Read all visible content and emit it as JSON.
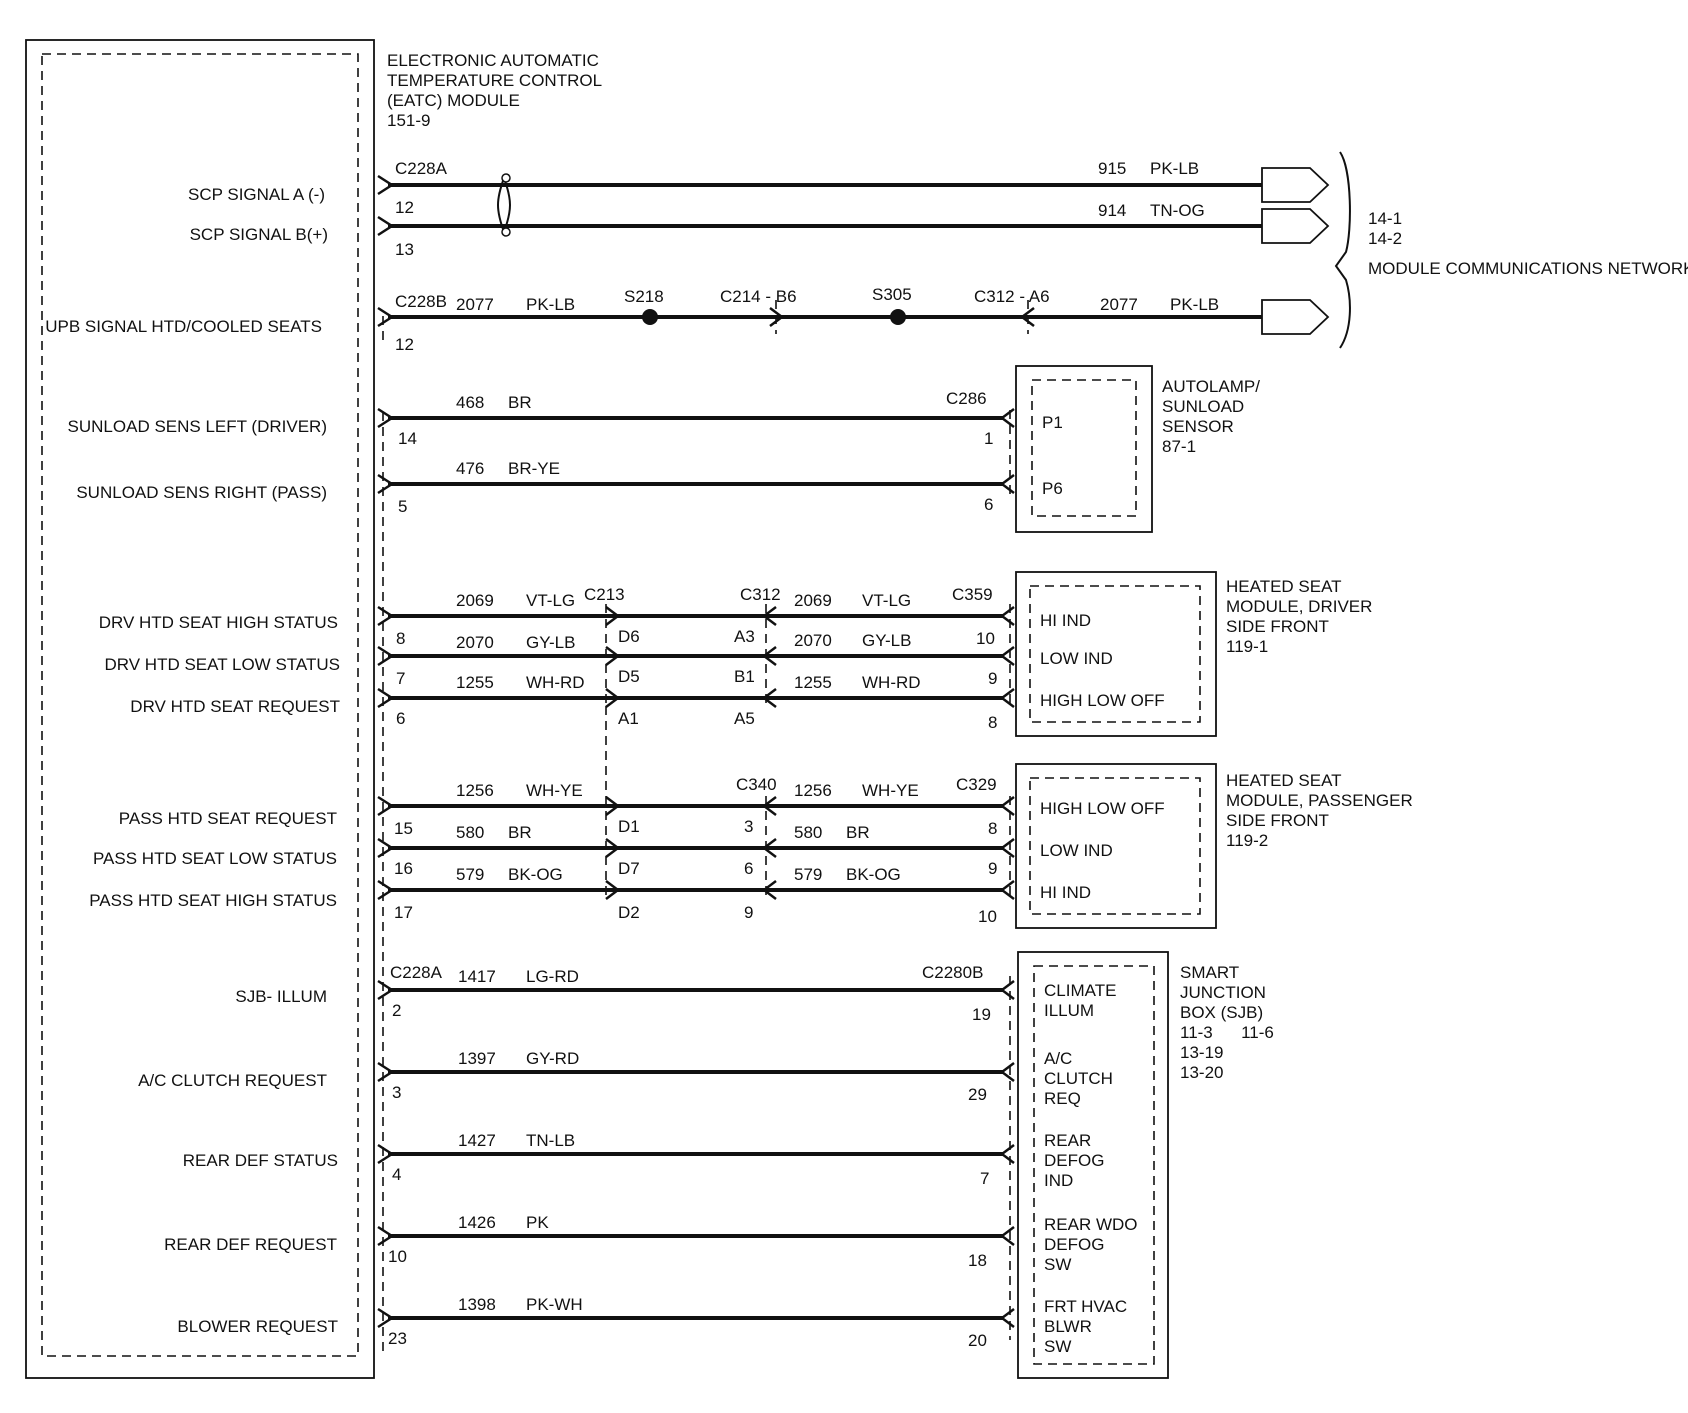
{
  "module": {
    "title_lines": [
      "ELECTRONIC AUTOMATIC",
      "TEMPERATURE CONTROL",
      "(EATC) MODULE",
      "151-9"
    ]
  },
  "network": {
    "refs": [
      "14-1",
      "14-2"
    ],
    "label": "MODULE COMMUNICATIONS NETWORK"
  },
  "components": [
    {
      "lines": [
        "AUTOLAMP/",
        "SUNLOAD",
        "SENSOR",
        "87-1"
      ],
      "pins": [
        "P1",
        "P6"
      ]
    },
    {
      "lines": [
        "HEATED SEAT",
        "MODULE, DRIVER",
        "SIDE FRONT",
        "119-1"
      ],
      "pins": [
        "HI IND",
        "LOW IND",
        "HIGH LOW OFF"
      ]
    },
    {
      "lines": [
        "HEATED SEAT",
        "MODULE, PASSENGER",
        "SIDE FRONT",
        "119-2"
      ],
      "pins": [
        "HIGH LOW OFF",
        "LOW IND",
        "HI IND"
      ]
    },
    {
      "lines": [
        "SMART",
        "JUNCTION",
        "BOX (SJB)",
        "11-3      11-6",
        "13-19",
        "13-20"
      ],
      "pins": [
        [
          "CLIMATE",
          "ILLUM"
        ],
        [
          "A/C",
          "CLUTCH",
          "REQ"
        ],
        [
          "REAR",
          "DEFOG",
          "IND"
        ],
        [
          "REAR WDO",
          "DEFOG",
          "SW"
        ],
        [
          "FRT HVAC",
          "BLWR",
          "SW"
        ]
      ]
    }
  ],
  "circuits": [
    {
      "label": "SCP SIGNAL A (-)",
      "pin": "12",
      "module_conn": "C228A",
      "circuit": "915",
      "color": "PK-LB"
    },
    {
      "label": "SCP SIGNAL B(+)",
      "pin": "13",
      "circuit": "914",
      "color": "TN-OG"
    },
    {
      "label": "UPB SIGNAL HTD/COOLED SEATS",
      "pin": "12",
      "module_conn": "C228B",
      "circuit": "2077",
      "color": "PK-LB",
      "splices": [
        "S218",
        "S305"
      ],
      "inline": [
        "C214 - B6",
        "C312 - A6"
      ],
      "circuit2": "2077",
      "color2": "PK-LB"
    },
    {
      "label": "SUNLOAD SENS LEFT (DRIVER)",
      "pin": "14",
      "circuit": "468",
      "color": "BR",
      "end_conn": "C286",
      "end_pin": "1"
    },
    {
      "label": "SUNLOAD SENS RIGHT (PASS)",
      "pin": "5",
      "circuit": "476",
      "color": "BR-YE",
      "end_pin": "6"
    },
    {
      "label": "DRV HTD SEAT HIGH STATUS",
      "pin": "8",
      "circuit": "2069",
      "color": "VT-LG",
      "c1": "C213",
      "c1pin": "D6",
      "c2": "C312",
      "c2pin": "A3",
      "circuit2": "2069",
      "color2": "VT-LG",
      "end_conn": "C359",
      "end_pin": "10"
    },
    {
      "label": "DRV HTD SEAT LOW STATUS",
      "pin": "7",
      "circuit": "2070",
      "color": "GY-LB",
      "c1pin": "D5",
      "c2pin": "B1",
      "circuit2": "2070",
      "color2": "GY-LB",
      "end_pin": "9"
    },
    {
      "label": "DRV HTD SEAT REQUEST",
      "pin": "6",
      "circuit": "1255",
      "color": "WH-RD",
      "c1pin": "A1",
      "c2pin": "A5",
      "circuit2": "1255",
      "color2": "WH-RD",
      "end_pin": "8"
    },
    {
      "label": "PASS HTD SEAT REQUEST",
      "pin": "15",
      "circuit": "1256",
      "color": "WH-YE",
      "c1pin": "D1",
      "c2": "C340",
      "c2pin": "3",
      "circuit2": "1256",
      "color2": "WH-YE",
      "end_conn": "C329",
      "end_pin": "8"
    },
    {
      "label": "PASS HTD SEAT LOW STATUS",
      "pin": "16",
      "circuit": "580",
      "color": "BR",
      "c1pin": "D7",
      "c2pin": "6",
      "circuit2": "580",
      "color2": "BR",
      "end_pin": "9"
    },
    {
      "label": "PASS HTD SEAT HIGH STATUS",
      "pin": "17",
      "circuit": "579",
      "color": "BK-OG",
      "c1pin": "D2",
      "c2pin": "9",
      "circuit2": "579",
      "color2": "BK-OG",
      "end_pin": "10"
    },
    {
      "label": "SJB- ILLUM",
      "pin": "2",
      "module_conn": "C228A",
      "circuit": "1417",
      "color": "LG-RD",
      "end_conn": "C2280B",
      "end_pin": "19"
    },
    {
      "label": "A/C CLUTCH REQUEST",
      "pin": "3",
      "circuit": "1397",
      "color": "GY-RD",
      "end_pin": "29"
    },
    {
      "label": "REAR DEF STATUS",
      "pin": "4",
      "circuit": "1427",
      "color": "TN-LB",
      "end_pin": "7"
    },
    {
      "label": "REAR DEF REQUEST",
      "pin": "10",
      "circuit": "1426",
      "color": "PK",
      "end_pin": "18"
    },
    {
      "label": "BLOWER REQUEST",
      "pin": "23",
      "circuit": "1398",
      "color": "PK-WH",
      "end_pin": "20"
    }
  ]
}
